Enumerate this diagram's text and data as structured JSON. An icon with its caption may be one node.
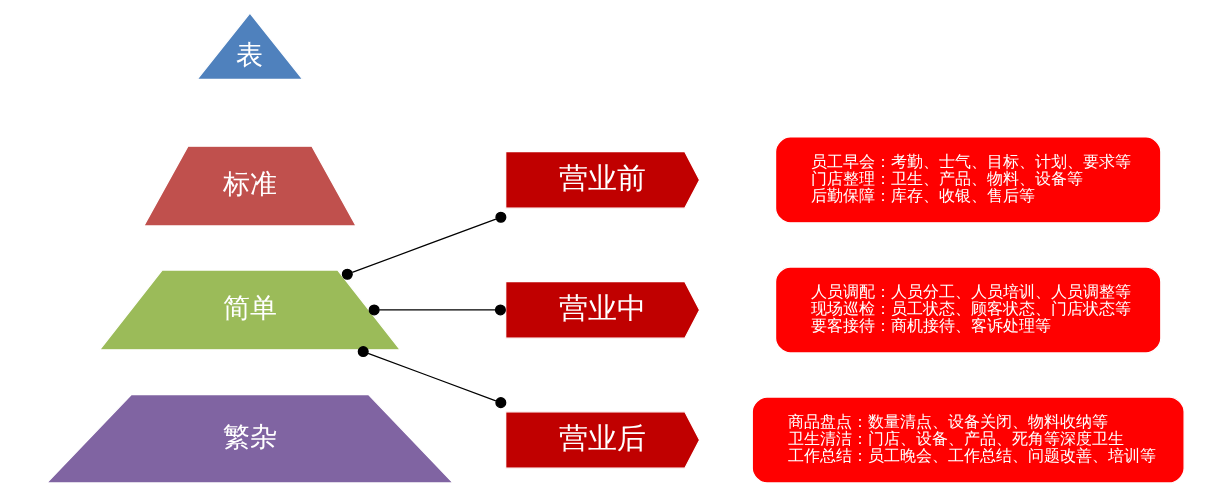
{
  "diagram": {
    "nodes": [
      {
        "text": [
          "表"
        ]
      },
      {
        "text": [
          "标准"
        ]
      },
      {
        "text": [
          "简单"
        ]
      },
      {
        "text": [
          "繁杂"
        ]
      },
      {
        "text": [
          "营业前"
        ]
      },
      {
        "text": [
          "员工早会：考勤、士气、目标、计划、要求等",
          "门店整理：卫生、产品、物料、设备等",
          "后勤保障：库存、收银、售后等"
        ]
      },
      {
        "text": [
          "营业中"
        ]
      },
      {
        "text": [
          "人员调配：人员分工、人员培训、人员调整等",
          "现场巡检：员工状态、顾客状态、门店状态等",
          "要客接待：商机接待、客诉处理等"
        ]
      },
      {
        "text": [
          "营业后"
        ]
      },
      {
        "text": [
          "商品盘点：数量清点、设备关闭、物料收纳等",
          "卫生清洁：门店、设备、产品、死角等深度卫生",
          "工作总结：员工晚会、工作总结、问题改善、培训等"
        ]
      }
    ],
    "edges": [
      {
        "from": 2,
        "to": 4,
        "arrow": "other"
      },
      {
        "from": 2,
        "to": 6,
        "arrow": "other"
      },
      {
        "from": 2,
        "to": 8,
        "arrow": "other"
      }
    ]
  }
}
